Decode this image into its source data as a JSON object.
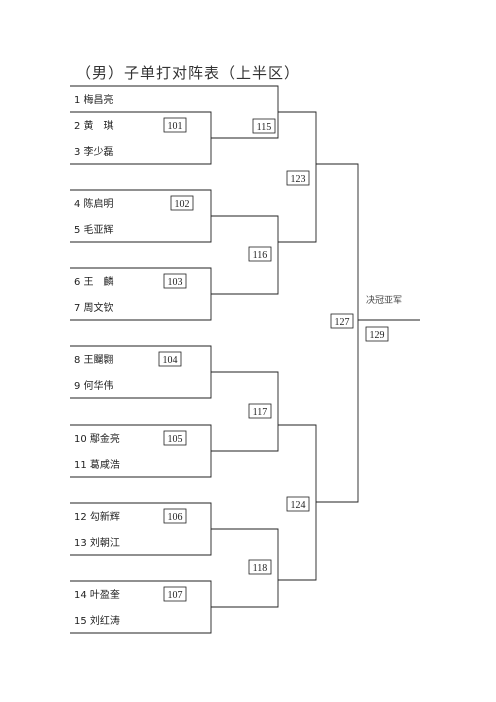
{
  "title": "（男）子单打对阵表（上半区）",
  "players": [
    {
      "seed": "1",
      "name": "梅昌亮"
    },
    {
      "seed": "2",
      "name": "黄　琪"
    },
    {
      "seed": "3",
      "name": "李少磊"
    },
    {
      "seed": "4",
      "name": "陈启明"
    },
    {
      "seed": "5",
      "name": "毛亚辉"
    },
    {
      "seed": "6",
      "name": "王　麟"
    },
    {
      "seed": "7",
      "name": "周文钦"
    },
    {
      "seed": "8",
      "name": "王飀翾"
    },
    {
      "seed": "9",
      "name": "何华伟"
    },
    {
      "seed": "10",
      "name": "鄢金亮"
    },
    {
      "seed": "11",
      "name": "葛咸浩"
    },
    {
      "seed": "12",
      "name": "勾新辉"
    },
    {
      "seed": "13",
      "name": "刘朝江"
    },
    {
      "seed": "14",
      "name": "叶盈奎"
    },
    {
      "seed": "15",
      "name": "刘红涛"
    }
  ],
  "matches": {
    "m101": "101",
    "m102": "102",
    "m103": "103",
    "m104": "104",
    "m105": "105",
    "m106": "106",
    "m107": "107",
    "m115": "115",
    "m116": "116",
    "m117": "117",
    "m118": "118",
    "m123": "123",
    "m124": "124",
    "m127": "127",
    "m129": "129"
  },
  "final_label": "决冠亚军"
}
